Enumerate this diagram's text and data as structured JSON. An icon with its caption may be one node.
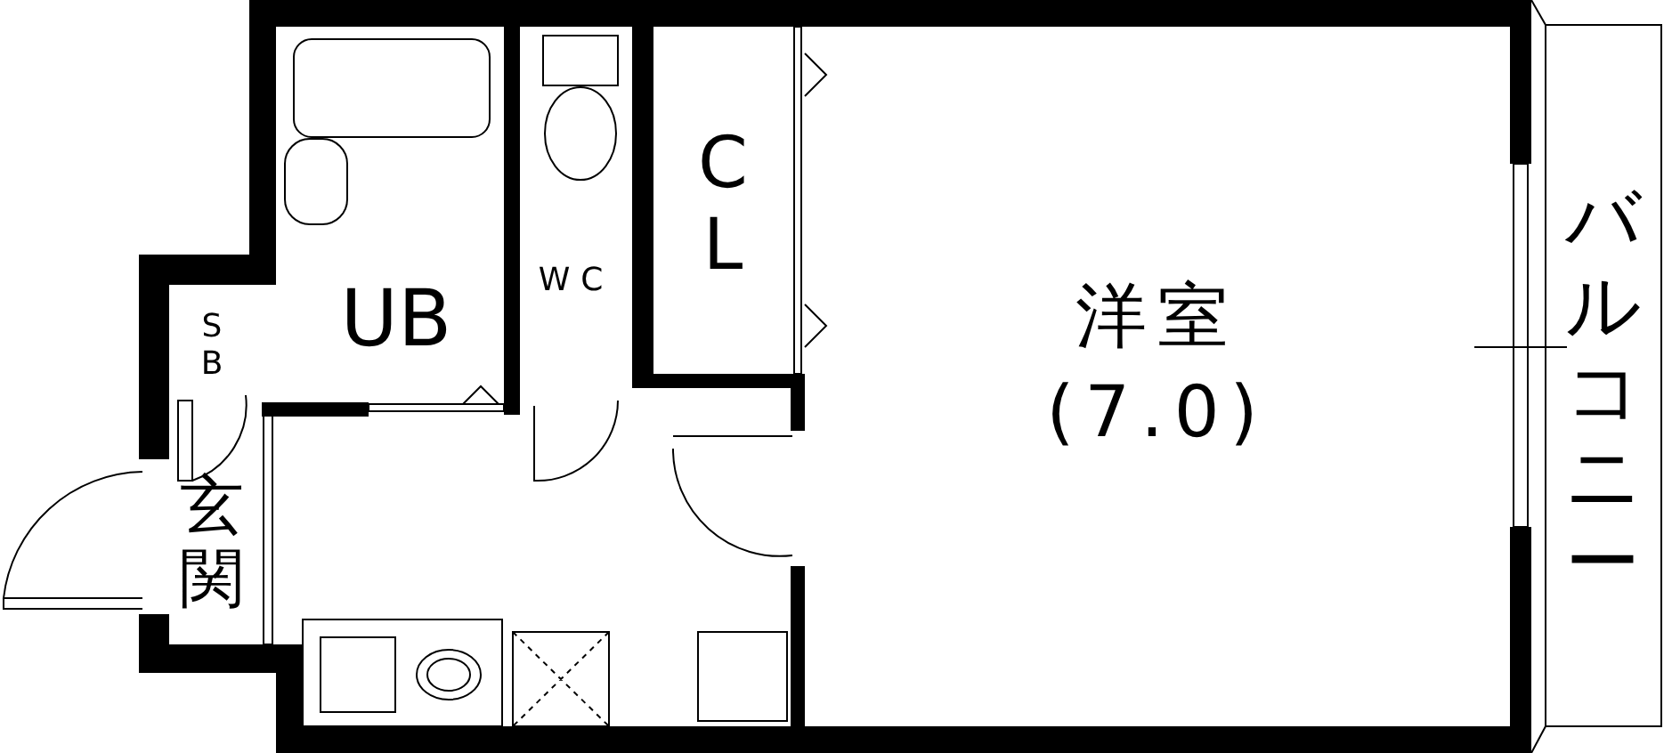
{
  "diagram": {
    "nodes": [
      {
        "text": [
          "UB"
        ]
      },
      {
        "text": [
          "WC"
        ]
      },
      {
        "text": [
          "CL"
        ]
      },
      {
        "text": [
          "洋室",
          "(7.0)"
        ]
      },
      {
        "text": [
          "バルコニー"
        ]
      },
      {
        "text": [
          "SB"
        ]
      },
      {
        "text": [
          "玄関"
        ]
      }
    ],
    "edges": []
  }
}
